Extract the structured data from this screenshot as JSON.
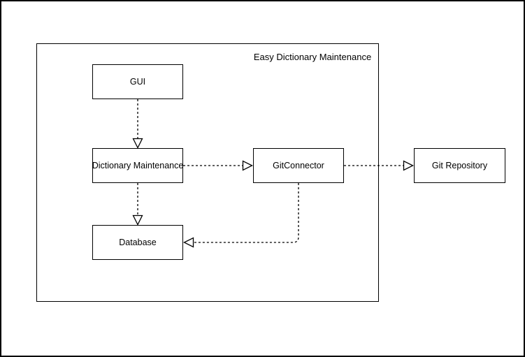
{
  "diagram": {
    "title": "Easy Dictionary Maintenance",
    "nodes": [
      {
        "id": "gui",
        "label": "GUI"
      },
      {
        "id": "dictionary-maintenance",
        "label": "Dictionary Maintenance"
      },
      {
        "id": "git-connector",
        "label": "GitConnector"
      },
      {
        "id": "git-repository",
        "label": "Git Repository"
      },
      {
        "id": "database",
        "label": "Database"
      }
    ],
    "edges": [
      {
        "from": "GUI",
        "to": "Dictionary Maintenance",
        "style": "dashed",
        "arrowhead": "open-triangle",
        "direction": "down"
      },
      {
        "from": "Dictionary Maintenance",
        "to": "GitConnector",
        "style": "dashed",
        "arrowhead": "open-triangle",
        "direction": "right"
      },
      {
        "from": "GitConnector",
        "to": "Git Repository",
        "style": "dashed",
        "arrowhead": "open-triangle",
        "direction": "right"
      },
      {
        "from": "Dictionary Maintenance",
        "to": "Database",
        "style": "dashed",
        "arrowhead": "open-triangle",
        "direction": "down"
      },
      {
        "from": "GitConnector",
        "to": "Database",
        "style": "dashed",
        "arrowhead": "open-triangle",
        "direction": "down-then-left"
      }
    ],
    "colors": {
      "stroke": "#000000",
      "node_fill": "#ffffff",
      "background": "#ffffff",
      "text": "#000000"
    }
  }
}
